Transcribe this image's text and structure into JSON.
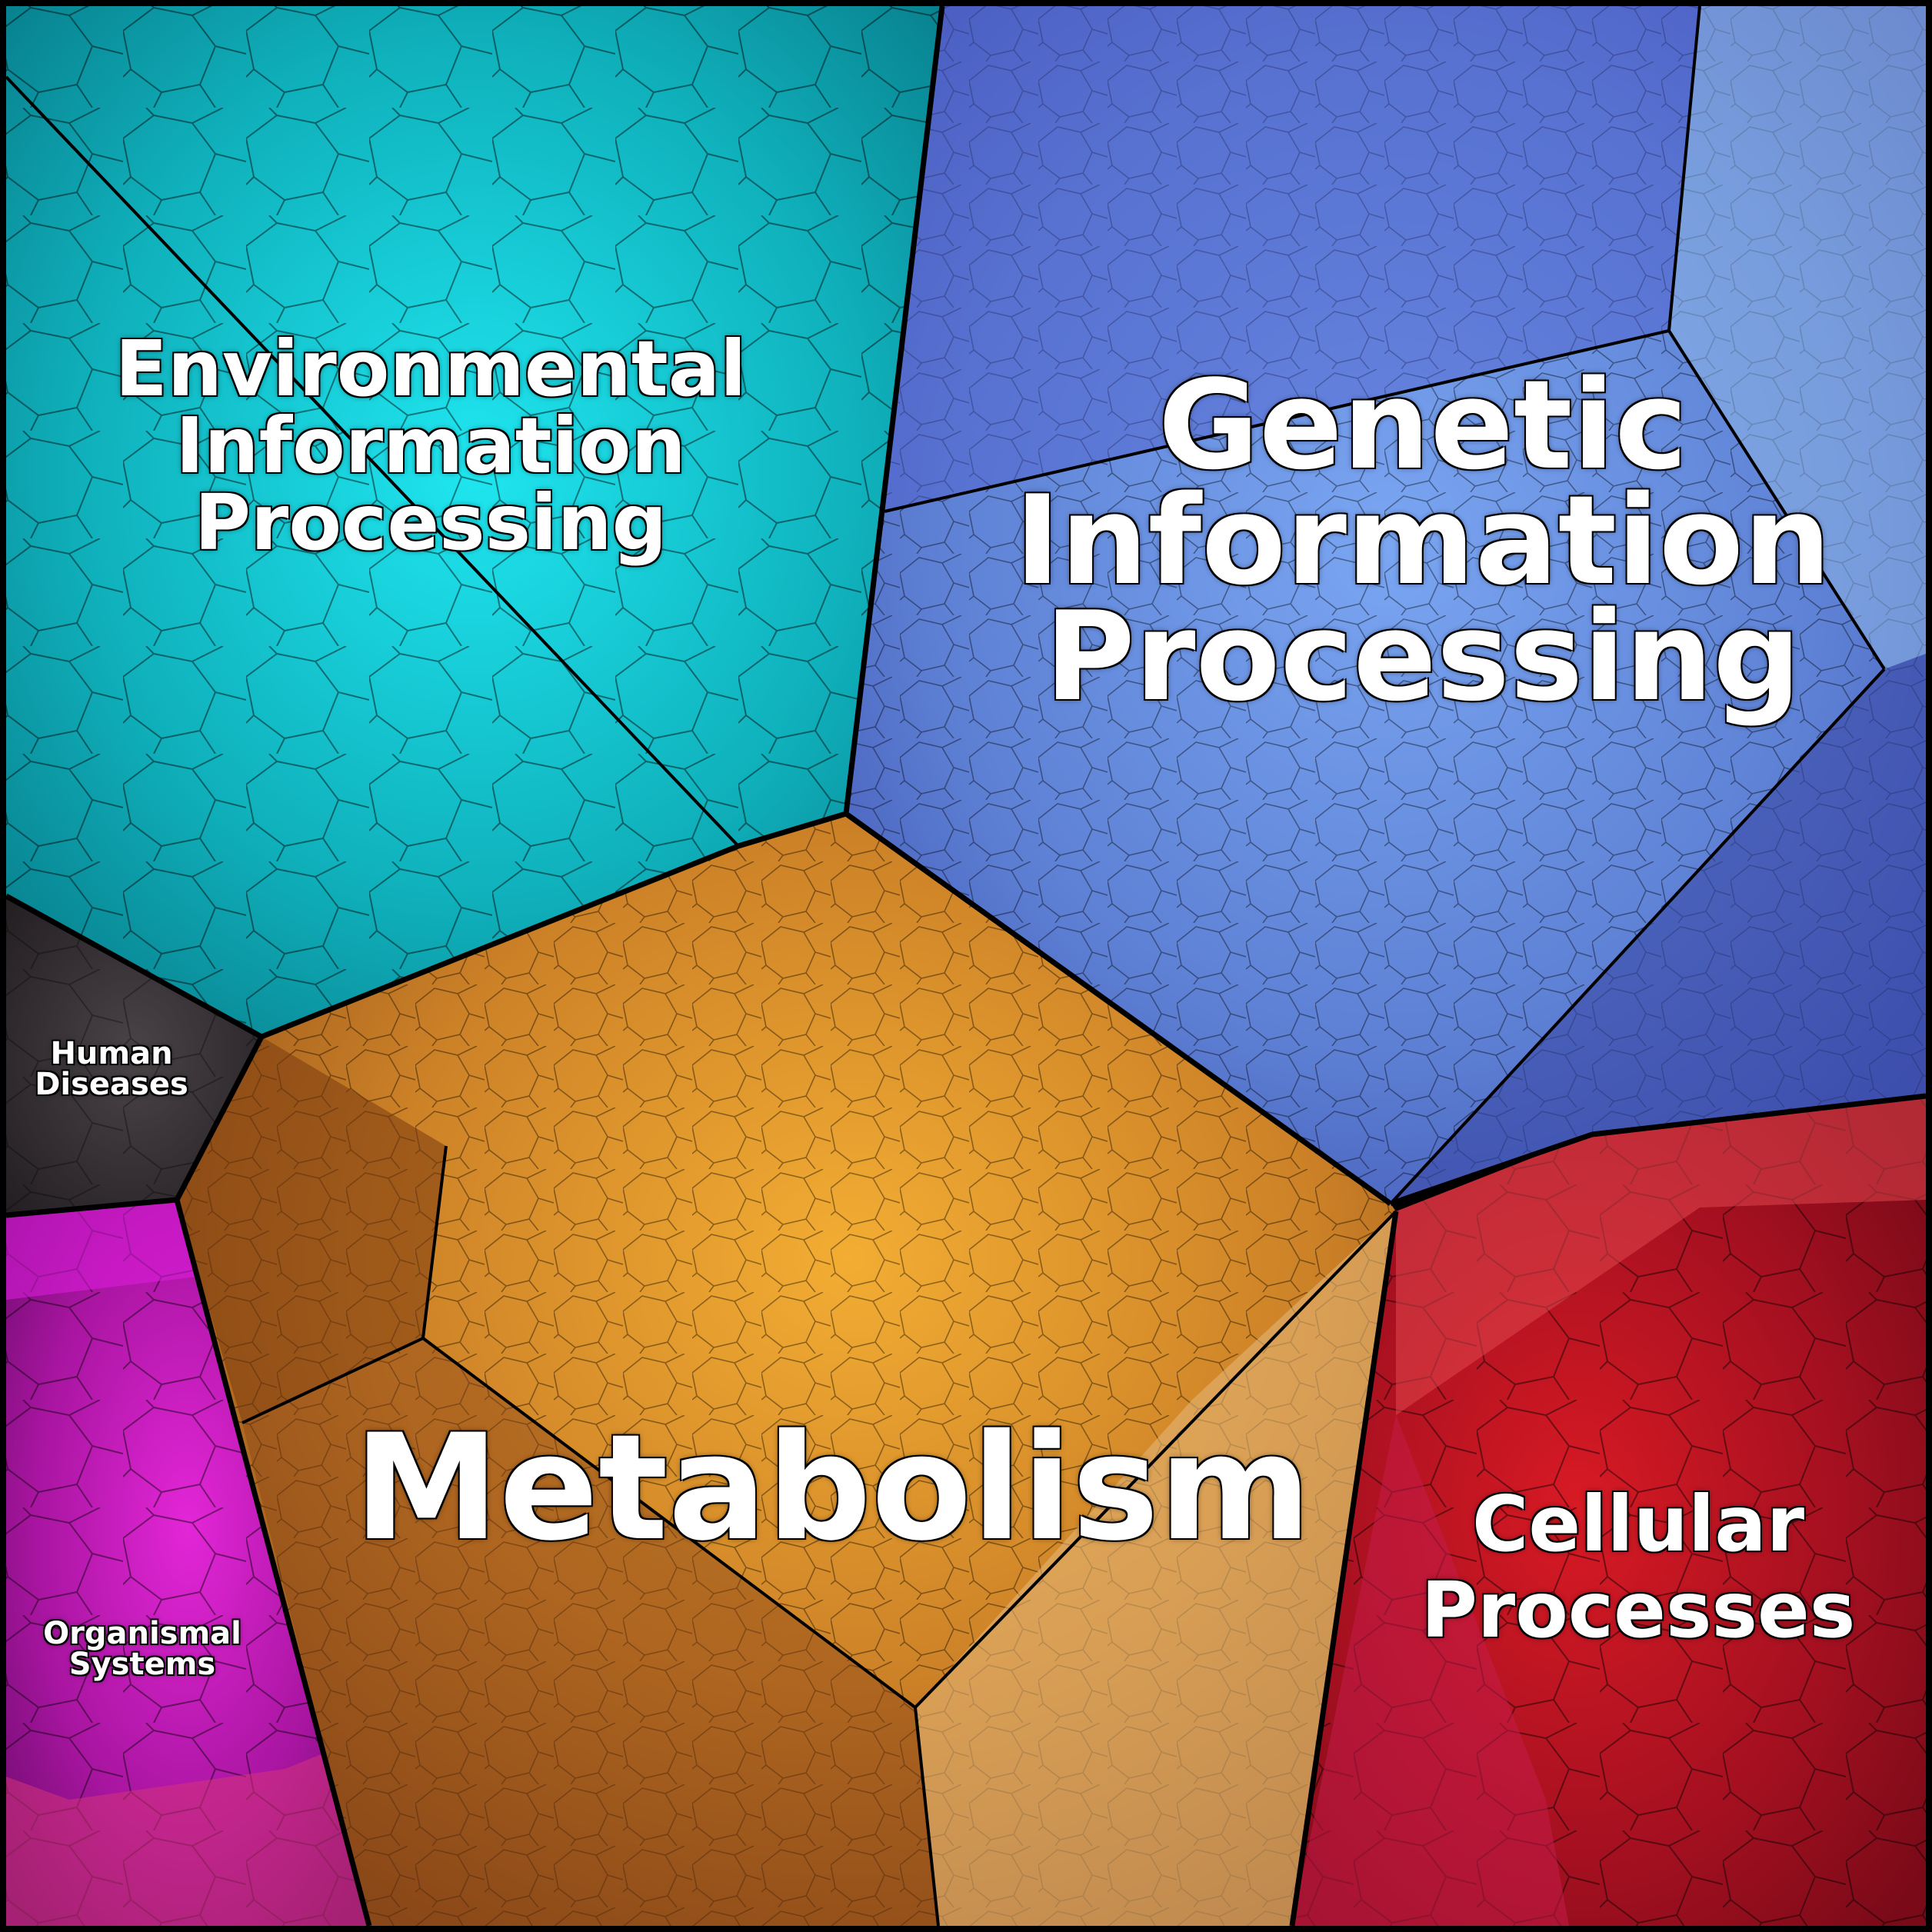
{
  "regions": {
    "environmental": {
      "lines": [
        "Environmental",
        "Information",
        "Processing"
      ],
      "color": "#12b4bf"
    },
    "genetic": {
      "lines": [
        "Genetic",
        "Information",
        "Processing"
      ],
      "color": "#5a7fd6"
    },
    "human_diseases": {
      "lines": [
        "Human",
        "Diseases"
      ],
      "color": "#3a3437"
    },
    "metabolism": {
      "lines": [
        "Metabolism"
      ],
      "color": "#c9862a"
    },
    "cellular": {
      "lines": [
        "Cellular",
        "Processes"
      ],
      "color": "#b3192b"
    },
    "organismal": {
      "lines": [
        "Organismal",
        "Systems"
      ],
      "color": "#b21aa8"
    }
  }
}
